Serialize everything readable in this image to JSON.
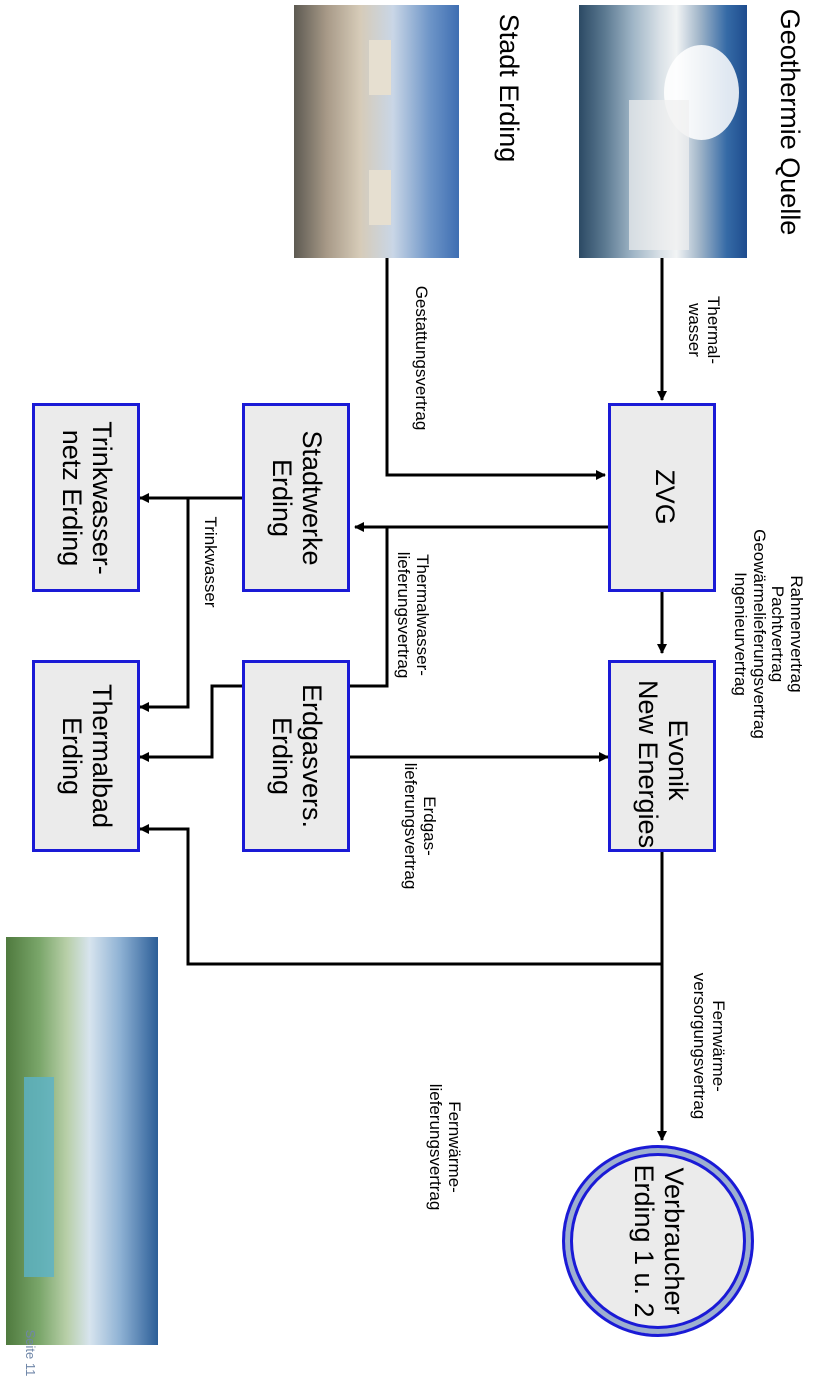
{
  "nodes": {
    "geothermie": "Geothermie Quelle",
    "stadt": "Stadt Erding",
    "zvg": "ZVG",
    "stadtwerke": [
      "Stadtwerke",
      "Erding"
    ],
    "trinkwassernetz": [
      "Trinkwasser-",
      "netz Erding"
    ],
    "evonik": [
      "Evonik",
      "New Energies"
    ],
    "erdgasvers": [
      "Erdgasvers.",
      "Erding"
    ],
    "thermalbad": [
      "Thermalbad",
      "Erding"
    ],
    "verbraucher": [
      "Verbraucher",
      "Erding 1 u. 2"
    ]
  },
  "edges": {
    "thermalwasser": [
      "Thermal-",
      "wasser"
    ],
    "gestattung": "Gestattungsvertrag",
    "zvg_evonik": [
      "Rahmenvertrag",
      "Pachtvertrag",
      "Geowärmelieferungsvertrag",
      "Ingenieurvertrag"
    ],
    "thermalwasser_lief": [
      "Thermalwasser-",
      "lieferungsvertrag"
    ],
    "trinkwasser": "Trinkwasser",
    "erdgas": [
      "Erdgas-",
      "lieferungsvertrag"
    ],
    "fernwaerme_vers": [
      "Fernwärme-",
      "versorgungsvertrag"
    ],
    "fernwaerme_lief": [
      "Fernwärme-",
      "lieferungsvertrag"
    ]
  },
  "footer": {
    "page": "Seite 11"
  },
  "colors": {
    "box_border": "#1a1ad6",
    "box_fill": "#ebebeb",
    "arrow": "#000000",
    "page_text": "#6f86a8"
  }
}
